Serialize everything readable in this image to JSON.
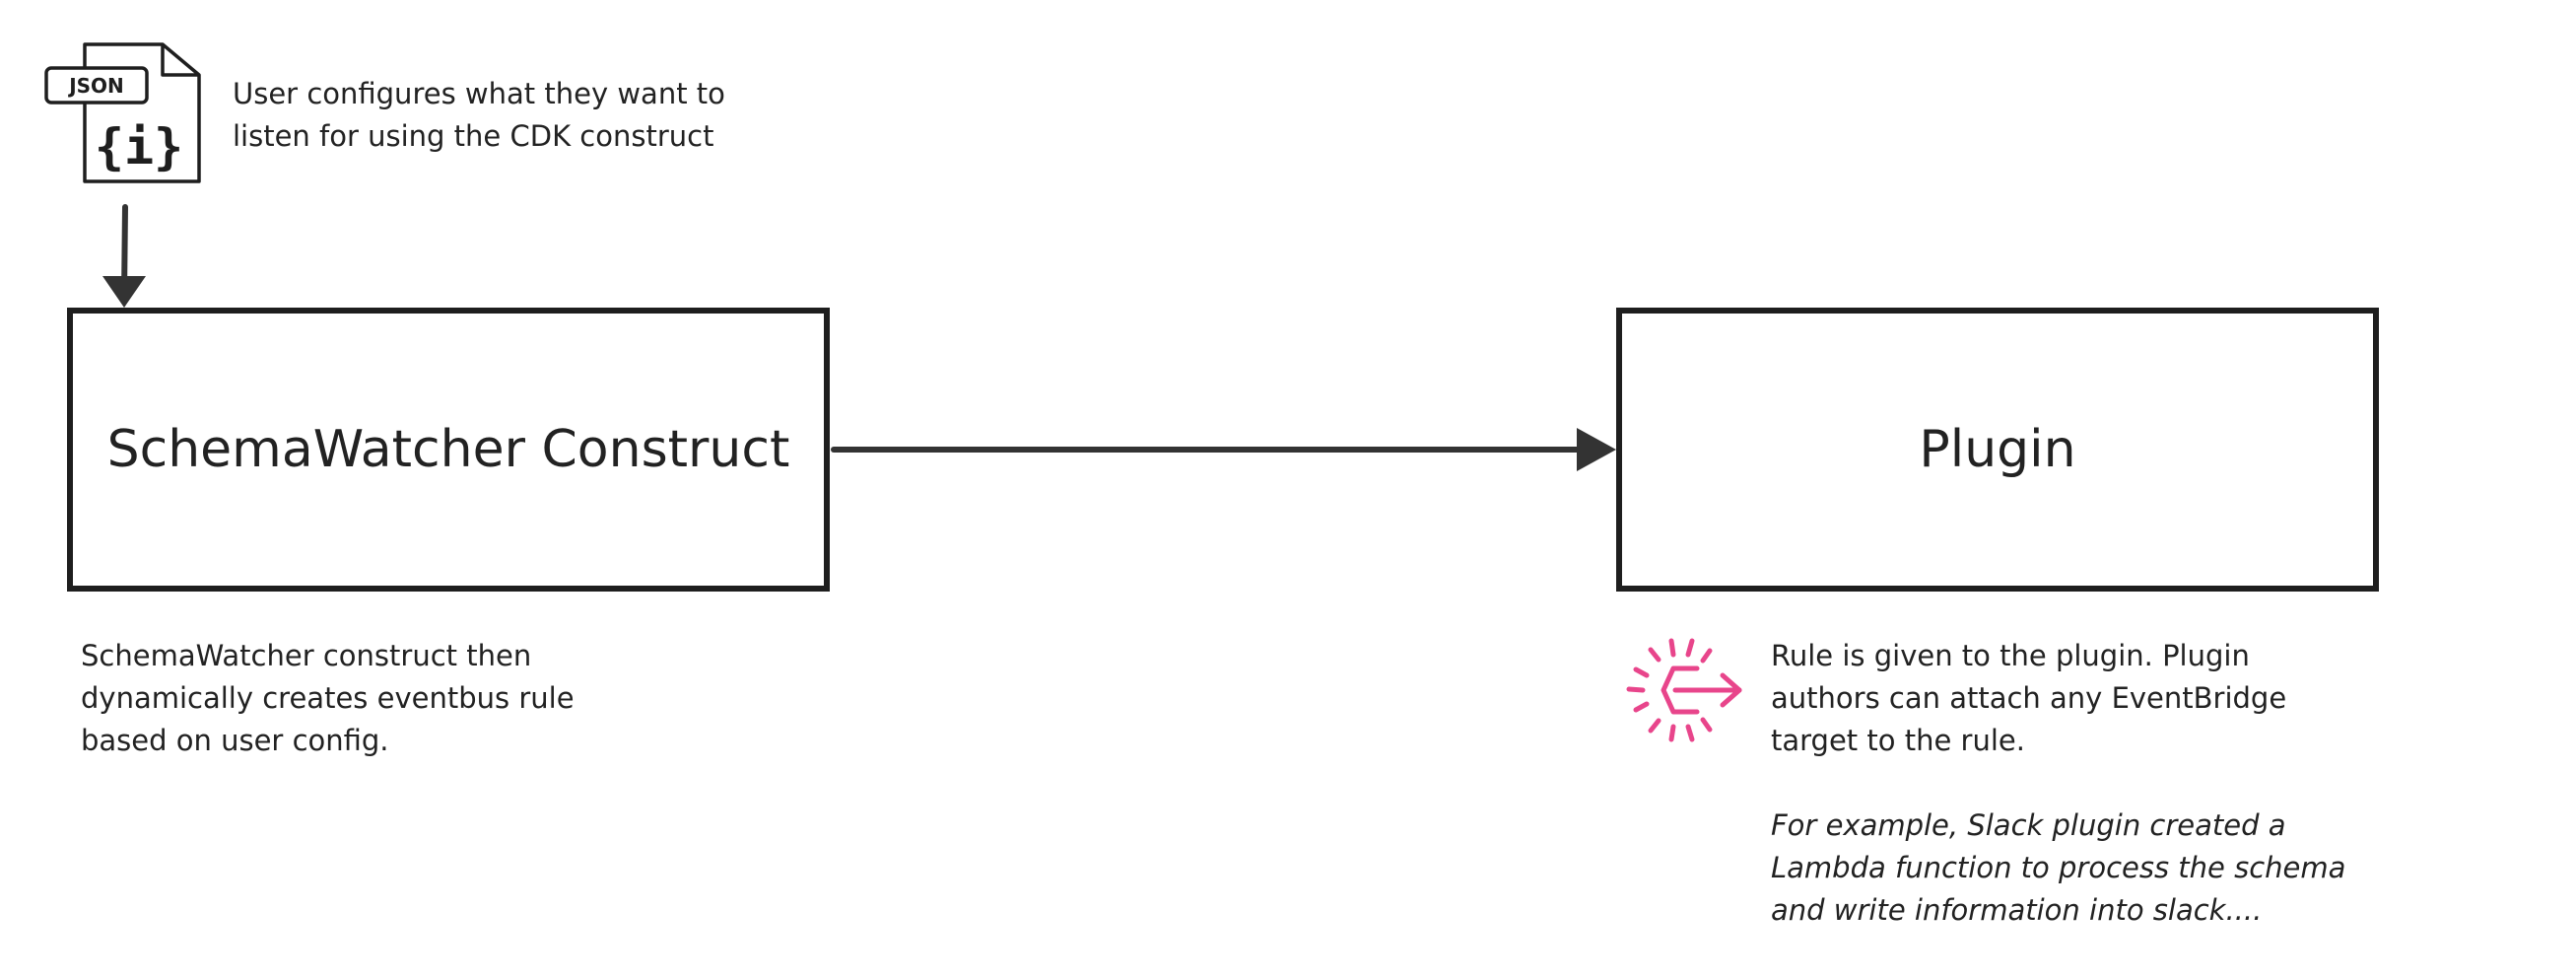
{
  "json_icon": {
    "label": "JSON",
    "glyph": "{i}"
  },
  "config_note": {
    "lines": [
      "User configures what they want to",
      "listen for using the CDK construct"
    ]
  },
  "construct_box": {
    "label": "SchemaWatcher Construct"
  },
  "plugin_box": {
    "label": "Plugin"
  },
  "construct_note": {
    "lines": [
      "SchemaWatcher construct then",
      "dynamically creates eventbus rule",
      "based on user config."
    ]
  },
  "plugin_note": {
    "lines": [
      "Rule is given to the plugin. Plugin",
      "authors can attach any EventBridge",
      "target to the rule."
    ]
  },
  "example_note": {
    "lines": [
      "For example, Slack plugin created a",
      "Lambda function to process the schema",
      "and write information into slack...."
    ]
  },
  "colors": {
    "stroke": "#1e1e1e",
    "text": "#222222",
    "rule_icon": "#e8458b"
  },
  "icons": {
    "file": "json-file-icon",
    "rule": "eventbridge-rule-icon"
  }
}
